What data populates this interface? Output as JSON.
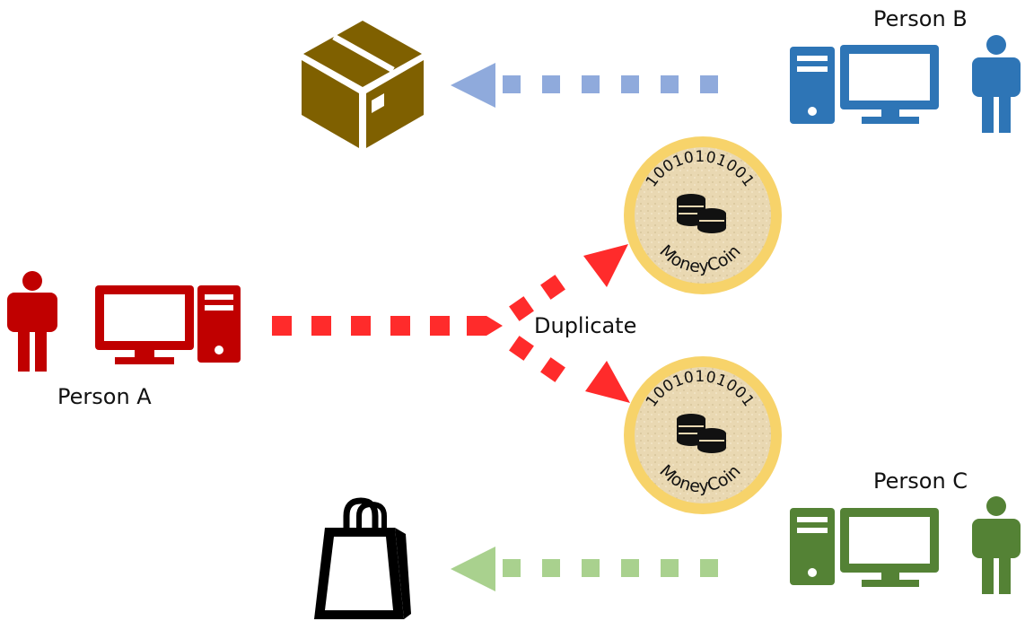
{
  "labels": {
    "person_a": "Person A",
    "person_b": "Person B",
    "person_c": "Person C",
    "duplicate": "Duplicate"
  },
  "coin": {
    "binary": "10010101001",
    "name": "MoneyCoin"
  },
  "colors": {
    "person_a": "#c00000",
    "person_b": "#2e75b6",
    "person_c": "#548235",
    "arrow_a": "#ff2b2b",
    "arrow_b": "#8faadc",
    "arrow_c": "#a9d18e",
    "box": "#7f6000",
    "coin_rim": "#f7d36a",
    "coin_face": "#e9d8b2"
  },
  "icons": {
    "package": "package-icon",
    "shopping_bag": "shopping-bag-icon",
    "computer": "computer-icon",
    "person": "person-icon",
    "coins": "coins-icon"
  }
}
